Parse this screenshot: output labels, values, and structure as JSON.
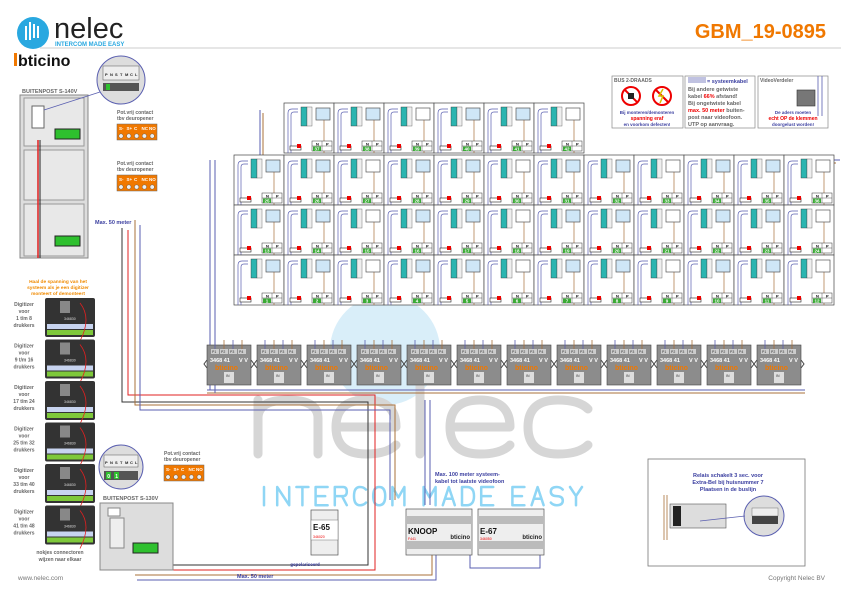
{
  "header": {
    "brand": "nelec",
    "tagline": "INTERCOM MADE EASY",
    "bticino": "bticino",
    "doc_id": "GBM_19-0895"
  },
  "watermark": {
    "brand": "nelec",
    "tagline": "INTERCOM MADE EASY"
  },
  "outdoor_top": {
    "title": "BUITENPOST S-140V",
    "contact_line1": "Pot.vrij contact",
    "contact_line2": "tbv deuropener",
    "terminals": [
      "S-",
      "S+",
      "C",
      "NC",
      "NO"
    ],
    "zoom_terminals": [
      "P",
      "N",
      "S",
      "T",
      "M",
      "C",
      "L"
    ],
    "max_distance": "Max. 50 meter"
  },
  "digitizers": {
    "warning": [
      "Haal de spanning van het",
      "systeem als je een digitizer",
      "monteert of demonteert"
    ],
    "code": "346830",
    "items": [
      {
        "l1": "Digitizer",
        "l2": "voor",
        "l3": "1 t/m 8",
        "l4": "drukkers"
      },
      {
        "l1": "Digitizer",
        "l2": "voor",
        "l3": "9 t/m 16",
        "l4": "drukkers"
      },
      {
        "l1": "Digitizer",
        "l2": "voor",
        "l3": "17 t/m 24",
        "l4": "drukkers"
      },
      {
        "l1": "Digitizer",
        "l2": "voor",
        "l3": "25 t/m 32",
        "l4": "drukkers"
      },
      {
        "l1": "Digitizer",
        "l2": "voor",
        "l3": "33 t/m 40",
        "l4": "drukkers"
      },
      {
        "l1": "Digitizer",
        "l2": "voor",
        "l3": "41 t/m 48",
        "l4": "drukkers"
      }
    ],
    "note": [
      "nokjes connectoren",
      "wijzen naar elkaar"
    ]
  },
  "info_boxes": {
    "bus": {
      "title": "BUS 2-DRAADS",
      "l1": "Bij monteren/demonteren",
      "l2": "spanning eraf",
      "l3": "en voorkom defecten!"
    },
    "cable": {
      "title": "= systeemkabel",
      "l1": "Bij andere getwiste",
      "l2a": "kabel ",
      "l2b": "66%",
      "l2c": " afstand!",
      "l3": "Bij ongetwiste kabel",
      "l4a": "max. 50 meter",
      "l4b": " buiten-",
      "l5": "post naar videofoon.",
      "l6": "UTP op aanvraag."
    },
    "splitter": {
      "title": "VideoVerdeler",
      "l1": "De aders moeten",
      "l2": "echt OP de klemmen",
      "l3": "doorgelust worden!"
    }
  },
  "apartments": {
    "col_n": "N",
    "col_p": "P",
    "rows": [
      [
        37,
        38,
        39,
        40,
        41,
        42
      ],
      [
        25,
        26,
        27,
        28,
        29,
        30,
        31,
        32,
        33,
        34,
        35,
        36
      ],
      [
        13,
        14,
        15,
        16,
        17,
        18,
        19,
        20,
        21,
        22,
        23,
        24
      ],
      [
        1,
        2,
        3,
        4,
        5,
        6,
        7,
        8,
        9,
        10,
        11,
        12
      ]
    ]
  },
  "amplifiers": {
    "count": 12,
    "ports": [
      "P1",
      "P2",
      "P3",
      "P4"
    ],
    "model": "3468 41",
    "vv": "V V",
    "brand": "bticino",
    "input": "IN"
  },
  "outdoor_bottom": {
    "title": "BUITENPOST S-130V",
    "contact_line1": "Pot.vrij contact",
    "contact_line2": "tbv deuropener",
    "terminals": [
      "S-",
      "S+",
      "C",
      "NC",
      "NO"
    ],
    "zoom_terminals": [
      "P",
      "N",
      "S",
      "T",
      "M",
      "C",
      "L"
    ],
    "zoom_values": [
      "0",
      "1"
    ]
  },
  "power": {
    "name": "E-65",
    "code": "346020",
    "polarized": "gepolariseerd"
  },
  "button_module": {
    "name": "KNOOP",
    "code": "F441",
    "brand": "bticino"
  },
  "e67": {
    "name": "E-67",
    "code": "346050",
    "brand": "bticino"
  },
  "bottom_notes": {
    "max100_l1": "Max. 100 meter systeem-",
    "max100_l2": "kabel tot laatste videofoon",
    "max50": "Max. 50 meter"
  },
  "relay": {
    "l1": "Relais schakelt 3 sec. voor",
    "l2": "Extra-Bel bij huisnummer 7",
    "l3": "Plaatsen in de buslijn"
  },
  "footer": {
    "website": "www.nelec.com",
    "copyright": "Copyright Nelec BV"
  },
  "colors": {
    "accent": "#f07800",
    "blue_wire": "#5a5fb0",
    "brown_wire": "#a8703a",
    "red_wire": "#e02020",
    "terminal": "#2bb5b0",
    "number": "#3aaa35"
  }
}
